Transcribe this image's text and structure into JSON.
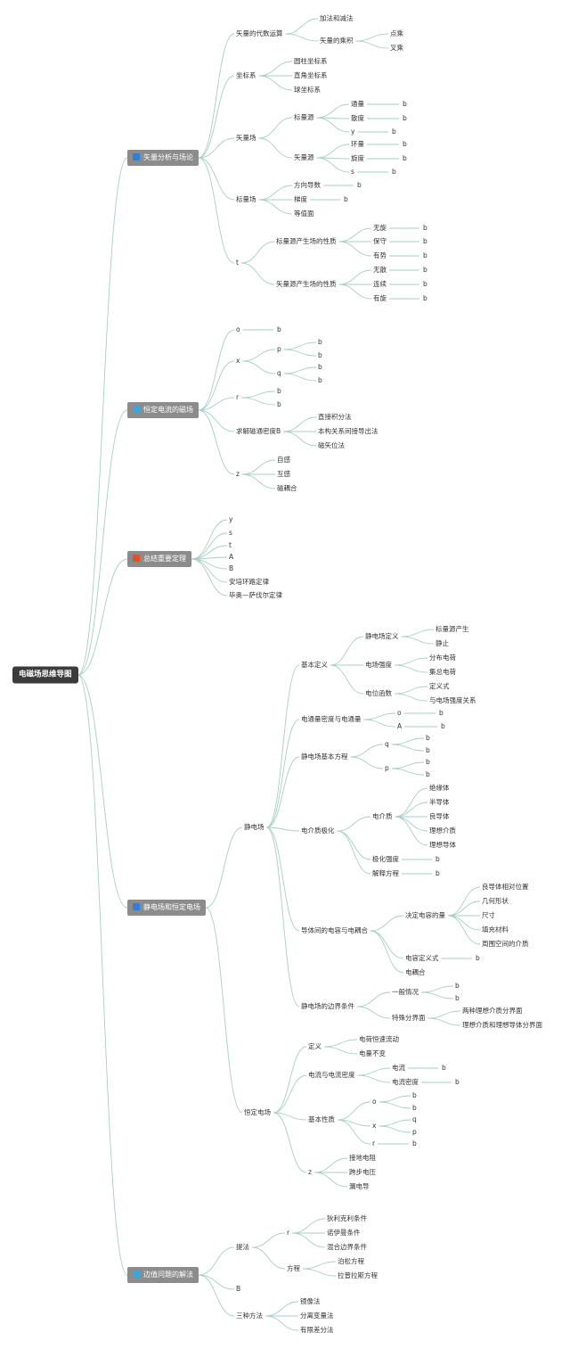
{
  "colors": {
    "edge": "#a7cfc5",
    "root_bg": "#3b3b3b",
    "topic_bg": "#8c8c8c"
  },
  "root": "电磁场思维导图",
  "topics": [
    {
      "label": "矢量分析与场论",
      "icon": "blue-square-icon",
      "icon_color": "#2f7fd6"
    },
    {
      "label": "恒定电流的磁场",
      "icon": "gear-icon",
      "icon_color": "#3da5d9"
    },
    {
      "label": "总结重要定理",
      "icon": "x-mark-icon",
      "icon_color": "#e0522d"
    },
    {
      "label": "静电场和恒定电场",
      "icon": "blue-square-icon",
      "icon_color": "#2f7fd6"
    },
    {
      "label": "边值问题的解法",
      "icon": "gear-icon",
      "icon_color": "#3da5d9"
    }
  ],
  "nodes": {
    "a1": "矢量的代数运算",
    "a1a": "加法和减法",
    "a1b": "矢量的乘积",
    "a1b1": "点乘",
    "a1b2": "叉乘",
    "a2": "坐标系",
    "a2a": "圆柱坐标系",
    "a2b": "直角坐标系",
    "a2c": "球坐标系",
    "a3": "矢量场",
    "a3a": "标量源",
    "a3a1": "通量",
    "a3a2": "散度",
    "a3a3": "y",
    "a3b": "矢量源",
    "a3b1": "环量",
    "a3b2": "旋度",
    "a3b3": "s",
    "a4": "标量场",
    "a4a": "方向导数",
    "a4b": "梯度",
    "a4c": "等值面",
    "a5": "t",
    "a5a": "标量源产生场的性质",
    "a5a1": "无旋",
    "a5a2": "保守",
    "a5a3": "有势",
    "a5b": "矢量源产生场的性质",
    "a5b1": "无散",
    "a5b2": "连续",
    "a5b3": "有旋",
    "b1": "o",
    "b2": "x",
    "b2a": "p",
    "b2b": "q",
    "b3": "r",
    "b4": "求解磁通密度B",
    "b4a": "直接积分法",
    "b4b": "本构关系间接导出法",
    "b4c": "磁矢位法",
    "b5": "z",
    "b5a": "自感",
    "b5b": "互感",
    "b5c": "磁耦合",
    "c1": "y",
    "c2": "s",
    "c3": "t",
    "c4": "A",
    "c5": "B",
    "c6": "安培环路定律",
    "c7": "毕奥—萨伐尔定律",
    "d1": "静电场",
    "d1a": "基本定义",
    "d1a1": "静电场定义",
    "d1a1a": "标量源产生",
    "d1a1b": "静止",
    "d1a2": "电场强度",
    "d1a2a": "分布电荷",
    "d1a2b": "集总电荷",
    "d1a3": "电位函数",
    "d1a3a": "定义式",
    "d1a3b": "与电场强度关系",
    "d1b": "电通量密度与电通量",
    "d1b1": "o",
    "d1b2": "A",
    "d1c": "静电场基本方程",
    "d1c1": "q",
    "d1c2": "p",
    "d1d": "电介质极化",
    "d1d1": "电介质",
    "d1d1a": "绝缘体",
    "d1d1b": "半导体",
    "d1d1c": "良导体",
    "d1d1d": "理想介质",
    "d1d1e": "理想导体",
    "d1d2": "极化强度",
    "d1d3": "解释方程",
    "d1e": "导体间的电容与电耦合",
    "d1e1": "决定电容的量",
    "d1e1a": "良导体相对位置",
    "d1e1b": "几何形状",
    "d1e1c": "尺寸",
    "d1e1d": "填充材料",
    "d1e1e": "周围空间的介质",
    "d1e2": "电容定义式",
    "d1e3": "电耦合",
    "d1f": "静电场的边界条件",
    "d1f1": "一般情况",
    "d1f2": "特殊分界面",
    "d1f2a": "两种理想介质分界面",
    "d1f2b": "理想介质和理想导体分界面",
    "d2": "恒定电场",
    "d2a": "定义",
    "d2a1": "电荷恒速流动",
    "d2a2": "电量不变",
    "d2b": "电流与电流密度",
    "d2b1": "电流",
    "d2b2": "电流密度",
    "d2c": "基本性质",
    "d2c1": "o",
    "d2c2": "x",
    "d2c2a": "q",
    "d2c2b": "p",
    "d2c3": "r",
    "d2d": "z",
    "d2d1": "接地电阻",
    "d2d2": "跨步电压",
    "d2d3": "漏电导",
    "e1": "提法",
    "e1a": "r",
    "e1a1": "狄利克利条件",
    "e1a2": "诺伊曼条件",
    "e1a3": "混合边界条件",
    "e1b": "方程",
    "e1b1": "泊松方程",
    "e1b2": "拉普拉斯方程",
    "e2": "B",
    "e3": "三种方法",
    "e3a": "镜像法",
    "e3b": "分离变量法",
    "e3c": "有限差分法",
    "leaf_b": "b"
  }
}
